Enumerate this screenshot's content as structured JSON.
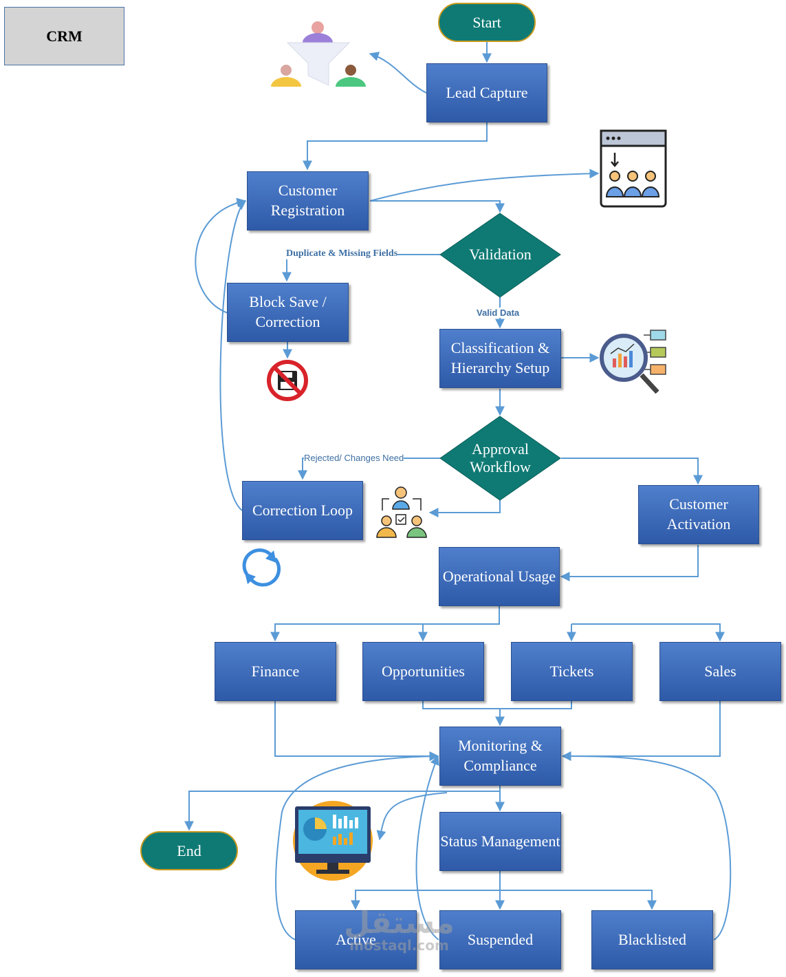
{
  "title": "CRM",
  "nodes": {
    "start": "Start",
    "lead_capture": "Lead Capture",
    "customer_registration": "Customer Registration",
    "validation": "Validation",
    "block_save": "Block Save / Correction",
    "classification": "Classification & Hierarchy Setup",
    "approval": "Approval Workflow",
    "correction_loop": "Correction Loop",
    "customer_activation": "Customer Activation",
    "operational_usage": "Operational Usage",
    "finance": "Finance",
    "opportunities": "Opportunities",
    "tickets": "Tickets",
    "sales": "Sales",
    "monitoring": "Monitoring & Compliance",
    "status_management": "Status Management",
    "end": "End",
    "active": "Active",
    "suspended": "Suspended",
    "blacklisted": "Blacklisted"
  },
  "edge_labels": {
    "duplicate": "Duplicate & Missing Fields",
    "valid": "Valid Data",
    "rejected": "Rejected/  Changes Need"
  },
  "icons": {
    "lead_funnel": "funnel-people-icon",
    "registration_panel": "customer-panel-icon",
    "no_save": "no-save-icon",
    "analytics": "analytics-magnifier-icon",
    "team": "team-workflow-icon",
    "refresh": "refresh-icon",
    "dashboard": "dashboard-monitor-icon"
  },
  "watermark": {
    "arabic": "مستقل",
    "latin": "mostaql.com"
  },
  "colors": {
    "box": "#3a67b8",
    "terminal": "#0f7a74",
    "decision": "#0f7a74",
    "arrow": "#5b9bd5"
  }
}
